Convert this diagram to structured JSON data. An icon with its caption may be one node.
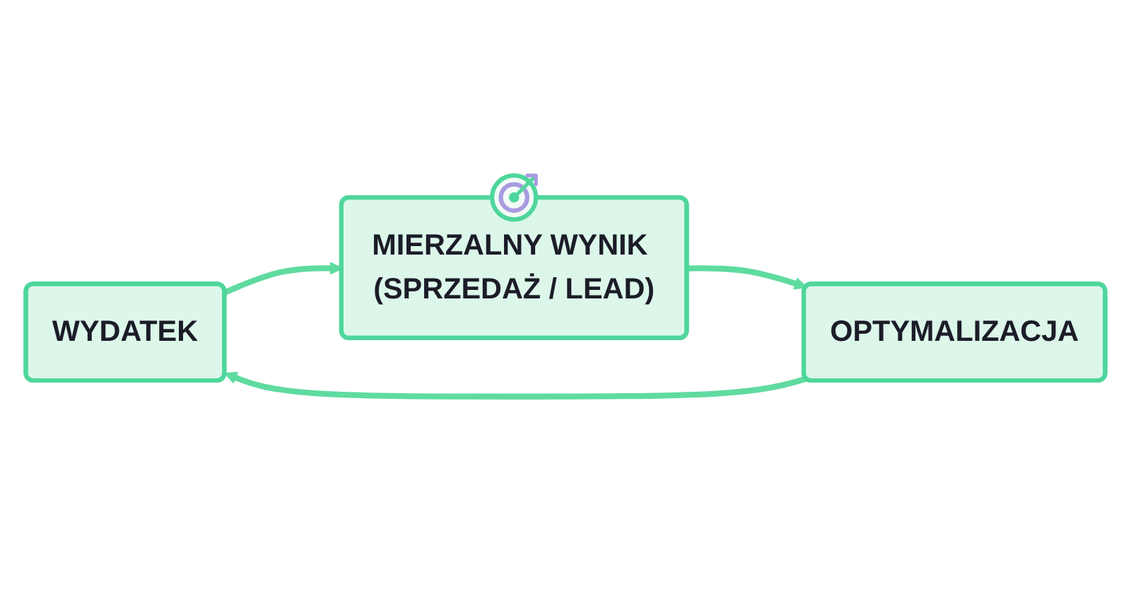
{
  "diagram": {
    "nodes": [
      {
        "text": [
          "WYDATEK"
        ]
      },
      {
        "text": [
          "MIERZALNY WYNIK (SPRZEDAŻ / LEAD)"
        ]
      },
      {
        "text": [
          "OPTYMALIZACJA"
        ]
      }
    ],
    "edges": [
      {
        "from": 0,
        "to": 1,
        "arrow": "to"
      },
      {
        "from": 1,
        "to": 2,
        "arrow": "to"
      },
      {
        "from": 2,
        "to": 0,
        "arrow": "to"
      }
    ]
  }
}
